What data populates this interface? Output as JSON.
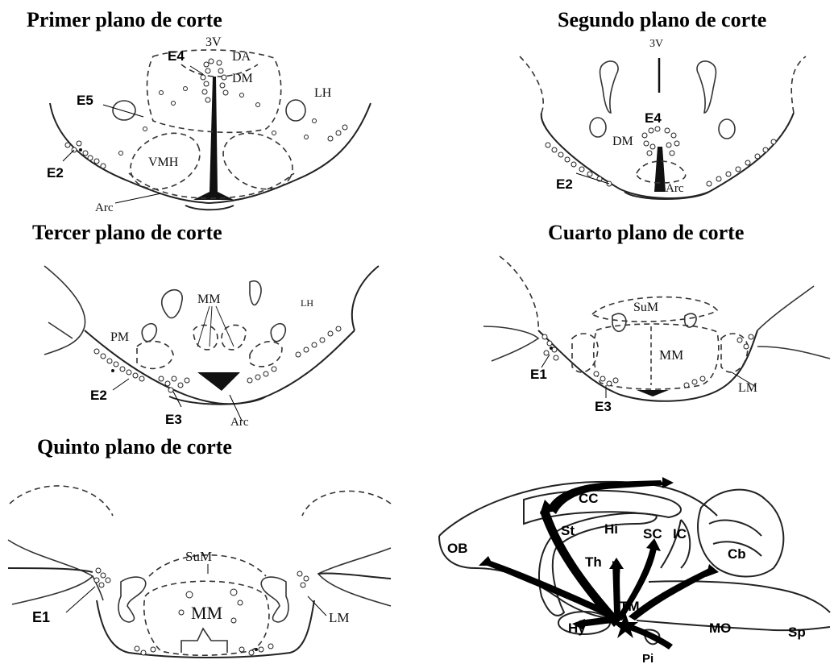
{
  "titles": {
    "p1": "Primer plano de corte",
    "p2": "Segundo plano de corte",
    "p3": "Tercer plano de corte",
    "p4": "Cuarto plano de corte",
    "p5": "Quinto plano de corte"
  },
  "panel1": {
    "labels": {
      "v3": "3V",
      "da": "DA",
      "dm": "DM",
      "lh": "LH",
      "vmh": "VMH",
      "arc": "Arc",
      "e4": "E4",
      "e5": "E5",
      "e2": "E2"
    }
  },
  "panel2": {
    "labels": {
      "v3": "3V",
      "dm": "DM",
      "arc": "Arc",
      "e4": "E4",
      "e2": "E2"
    }
  },
  "panel3": {
    "labels": {
      "mm": "MM",
      "lh": "LH",
      "pm": "PM",
      "arc": "Arc",
      "e2": "E2",
      "e3": "E3"
    }
  },
  "panel4": {
    "labels": {
      "sum": "SuM",
      "mm": "MM",
      "lm": "LM",
      "e1": "E1",
      "e3": "E3"
    }
  },
  "panel5": {
    "labels": {
      "sum": "SuM",
      "mm": "MM",
      "lm": "LM",
      "e1": "E1"
    }
  },
  "brain": {
    "labels": {
      "cc": "CC",
      "st": "St",
      "hi": "Hi",
      "sc": "SC",
      "ic": "IC",
      "cb": "Cb",
      "ob": "OB",
      "th": "Th",
      "tm": "TM",
      "hy": "Hy",
      "mo": "MO",
      "sp": "Sp",
      "pi": "Pi"
    }
  }
}
